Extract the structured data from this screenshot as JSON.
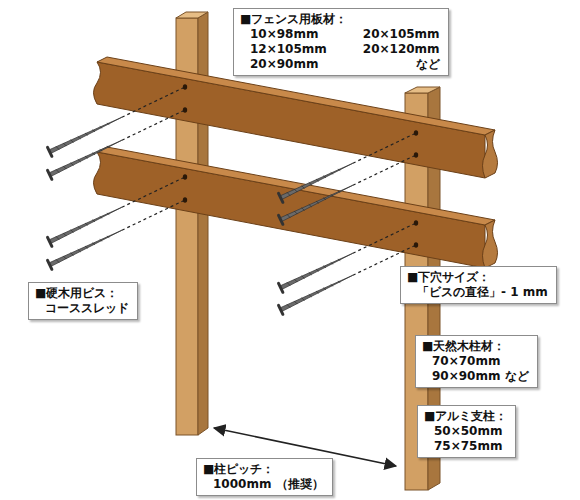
{
  "diagram": {
    "nodes": [
      {
        "text": [
          "■フェンス用板材：",
          "10×98mm",
          "20×105mm",
          "12×105mm",
          "20×120mm",
          "20×90mm",
          "など"
        ]
      },
      {
        "text": [
          "■下穴サイズ：",
          "「ビスの直径」- 1 mm"
        ]
      },
      {
        "text": [
          "■硬木用ビス：",
          "コーススレッド"
        ]
      },
      {
        "text": [
          "■天然木柱材：",
          "70×70mm",
          "90×90mm など"
        ]
      },
      {
        "text": [
          "■アルミ支柱：",
          "50×50mm",
          "75×75mm"
        ]
      },
      {
        "text": [
          "■柱ピッチ：",
          "1000mm （推奨）"
        ]
      }
    ],
    "edges": []
  }
}
